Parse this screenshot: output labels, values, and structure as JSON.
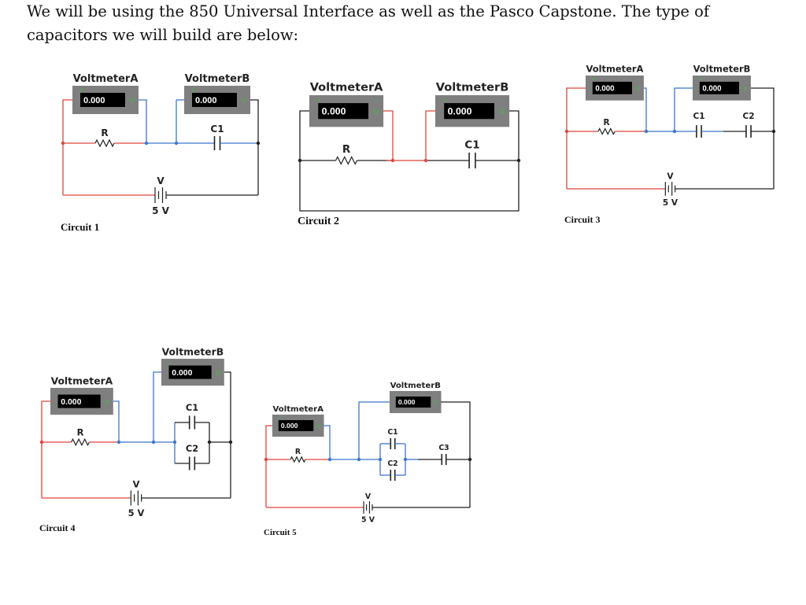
{
  "intro_text": "We will be using the 850 Universal Interface as well as the Pasco Capstone. The type of capacitors we will build are below:",
  "colors": {
    "red_wire": "#e0453c",
    "blue_wire": "#3b76d0",
    "black_wire": "#222222",
    "meter_body": "#7f7f7f",
    "display_bg": "#000000",
    "unit_text": "#3ec13e",
    "plus_text": "#3ec13e"
  },
  "labels": {
    "voltmeter_a": "VoltmeterA",
    "voltmeter_b": "VoltmeterB",
    "reading": "0.000",
    "unit": "V",
    "resistor": "R",
    "source": "V",
    "source_value": "5 V",
    "c1": "C1",
    "c2": "C2",
    "c3": "C3"
  },
  "circuits": [
    {
      "caption": "Circuit 1"
    },
    {
      "caption": "Circuit 2"
    },
    {
      "caption": "Circuit 3"
    },
    {
      "caption": "Circuit 4"
    },
    {
      "caption": "Circuit 5"
    }
  ]
}
